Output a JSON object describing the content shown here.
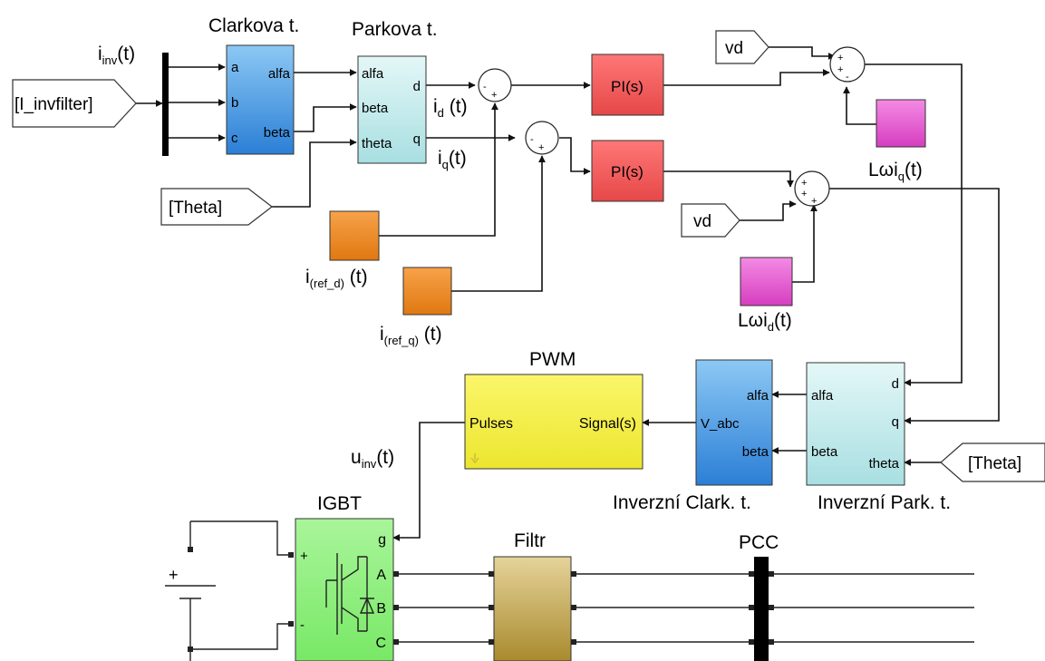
{
  "blocks": {
    "clarke": {
      "title": "Clarkova t.",
      "in_ports": [
        "a",
        "b",
        "c"
      ],
      "out_ports": [
        "alfa",
        "beta"
      ]
    },
    "park": {
      "title": "Parkova t.",
      "in_ports": [
        "alfa",
        "beta",
        "theta"
      ],
      "out_ports": [
        "d",
        "q"
      ]
    },
    "pi_d": {
      "label": "PI(s)"
    },
    "pi_q": {
      "label": "PI(s)"
    },
    "pwm": {
      "title": "PWM",
      "in_port": "Pulses",
      "out_port": "Signal(s)"
    },
    "inv_clarke": {
      "title": "Inverzní Clark. t.",
      "in_ports": [
        "alfa",
        "beta"
      ],
      "out_port": "V_abc"
    },
    "inv_park": {
      "title": "Inverzní Park. t.",
      "in_ports": [
        "d",
        "q",
        "theta"
      ],
      "out_ports": [
        "alfa",
        "beta"
      ]
    },
    "igbt": {
      "title": "IGBT",
      "ports": [
        "g",
        "A",
        "B",
        "C"
      ],
      "dc_ports": [
        "+",
        "-"
      ],
      "battery_plus": "+"
    },
    "filter": {
      "title": "Filtr"
    },
    "pcc": {
      "title": "PCC"
    }
  },
  "tags": {
    "i_invfilter": "[I_invfilter]",
    "theta_in": "[Theta]",
    "theta_out": "[Theta]",
    "vd_top": "vd",
    "vd_mid": "vd"
  },
  "signals": {
    "iinv": {
      "main": "i",
      "sub": "inv",
      "tail": "(t)"
    },
    "id": {
      "main": "i",
      "sub": "d",
      "tail": " (t)"
    },
    "iq": {
      "main": "i",
      "sub": "q",
      "tail": "(t)"
    },
    "iref_d": {
      "main": "i",
      "sub": "(ref_d)",
      "tail": " (t)"
    },
    "iref_q": {
      "main": "i",
      "sub": "(ref_q)",
      "tail": " (t)"
    },
    "lwiq": {
      "main": "Lωi",
      "sub": "q",
      "tail": "(t)"
    },
    "lwid": {
      "main": "Lωi",
      "sub": "d",
      "tail": "(t)"
    },
    "uinv": {
      "main": "u",
      "sub": "inv",
      "tail": "(t)"
    }
  },
  "sum_signs": {
    "sum1": [
      "-",
      "+"
    ],
    "sum2": [
      "-",
      "+"
    ],
    "sum3": [
      "+",
      "+",
      "-"
    ],
    "sum4": [
      "+",
      "+",
      "+"
    ]
  },
  "colors": {
    "transform_blue": "#3a96e2",
    "transform_cyan": "#bfe8ea",
    "pi_red": "#ef5f5f",
    "const_orange": "#ee8a2a",
    "const_magenta": "#dd4fc6",
    "pwm_yellow": "#f3ee3e",
    "igbt_green": "#8ef07c",
    "filter_tan": "#c4aa55"
  }
}
